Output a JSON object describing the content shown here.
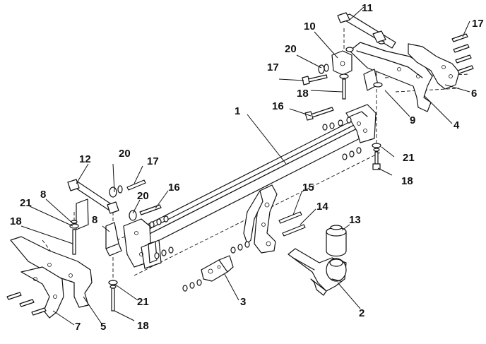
{
  "callouts": [
    {
      "id": "c1",
      "text": "1"
    },
    {
      "id": "c2",
      "text": "2"
    },
    {
      "id": "c3",
      "text": "3"
    },
    {
      "id": "c4",
      "text": "4"
    },
    {
      "id": "c5",
      "text": "5"
    },
    {
      "id": "c6",
      "text": "6"
    },
    {
      "id": "c7",
      "text": "7"
    },
    {
      "id": "c8a",
      "text": "8"
    },
    {
      "id": "c8b",
      "text": "8"
    },
    {
      "id": "c9",
      "text": "9"
    },
    {
      "id": "c10",
      "text": "10"
    },
    {
      "id": "c11",
      "text": "11"
    },
    {
      "id": "c12",
      "text": "12"
    },
    {
      "id": "c13",
      "text": "13"
    },
    {
      "id": "c14",
      "text": "14"
    },
    {
      "id": "c15",
      "text": "15"
    },
    {
      "id": "c16a",
      "text": "16"
    },
    {
      "id": "c16b",
      "text": "16"
    },
    {
      "id": "c17a",
      "text": "17"
    },
    {
      "id": "c17b",
      "text": "17"
    },
    {
      "id": "c17c",
      "text": "17"
    },
    {
      "id": "c18a",
      "text": "18"
    },
    {
      "id": "c18b",
      "text": "18"
    },
    {
      "id": "c18c",
      "text": "18"
    },
    {
      "id": "c18d",
      "text": "18"
    },
    {
      "id": "c20a",
      "text": "20"
    },
    {
      "id": "c20b",
      "text": "20"
    },
    {
      "id": "c20c",
      "text": "20"
    },
    {
      "id": "c21a",
      "text": "21"
    },
    {
      "id": "c21b",
      "text": "21"
    },
    {
      "id": "c21c",
      "text": "21"
    }
  ]
}
